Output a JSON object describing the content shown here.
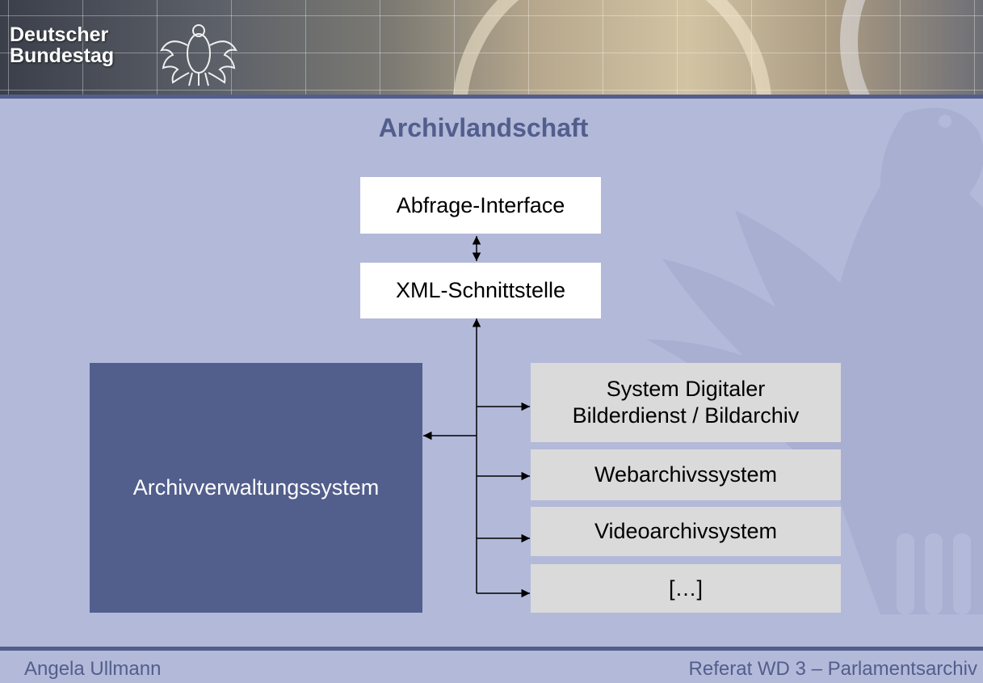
{
  "header": {
    "brand": "Deutscher\nBundestag",
    "brand_color": "#ffffff"
  },
  "title": "Archivlandschaft",
  "boxes": {
    "abfrage": "Abfrage-Interface",
    "xml": "XML-Schnittstelle",
    "avs": "Archivverwaltungssystem",
    "sdb": "System Digitaler\nBilderdienst / Bildarchiv",
    "web": "Webarchivssystem",
    "video": "Videoarchivsystem",
    "more": "[…]"
  },
  "footer": {
    "left": "Angela Ullmann",
    "right": "Referat WD 3 – Parlamentsarchiv"
  },
  "colors": {
    "background": "#b3b9d9",
    "accent": "#525e8c",
    "box_white": "#ffffff",
    "box_grey": "#dadada"
  },
  "icons": {
    "logo": "federal-eagle-icon",
    "watermark": "federal-eagle-watermark"
  }
}
